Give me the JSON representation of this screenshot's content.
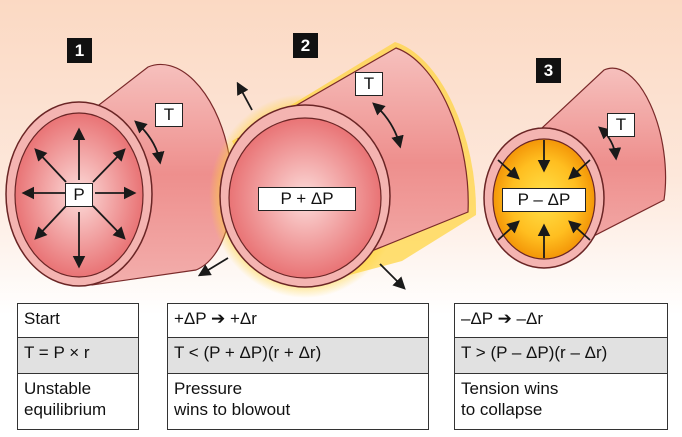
{
  "steps": [
    {
      "number": "1",
      "tension_label": "T",
      "pressure_label": "P"
    },
    {
      "number": "2",
      "tension_label": "T",
      "pressure_label": "P + ΔP"
    },
    {
      "number": "3",
      "tension_label": "T",
      "pressure_label": "P – ΔP"
    }
  ],
  "panels": [
    {
      "title": "Start",
      "formula": "T = P × r",
      "desc_line1": "Unstable",
      "desc_line2": "equilibrium"
    },
    {
      "title": "+ΔP ➔ +Δr",
      "formula": "T < (P + ΔP)(r + Δr)",
      "desc_line1": "Pressure",
      "desc_line2": "wins to blowout"
    },
    {
      "title": "–ΔP ➔ –Δr",
      "formula": "T > (P – ΔP)(r – Δr)",
      "desc_line1": "Tension wins",
      "desc_line2": "to collapse"
    }
  ],
  "colors": {
    "background_top": "#fbd9c3",
    "vessel_wall": "#ee8f8d",
    "lumen": "#e7696b",
    "blowout_glow": "#ffd43b",
    "collapse_core": "#ffbe20",
    "formula_row": "#e1e1e1"
  }
}
